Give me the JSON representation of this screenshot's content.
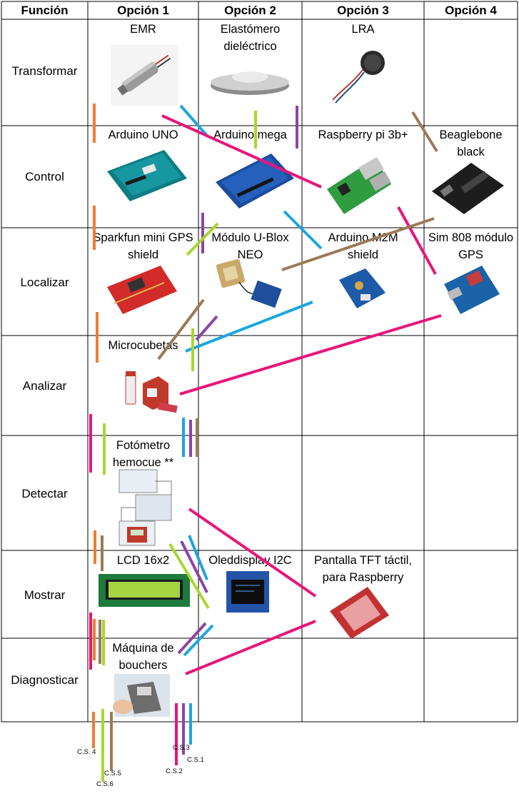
{
  "header": {
    "funcion": "Función",
    "opcion1": "Opción 1",
    "opcion2": "Opción 2",
    "opcion3": "Opción 3",
    "opcion4": "Opción 4"
  },
  "rows": [
    {
      "funcion": "Transformar",
      "o1": "EMR",
      "o2": "Elastómero dieléctrico",
      "o3": "LRA",
      "o4": ""
    },
    {
      "funcion": "Control",
      "o1": "Arduino UNO",
      "o2": "Arduino mega",
      "o3": "Raspberry pi 3b+",
      "o4": "Beaglebone black"
    },
    {
      "funcion": "Localizar",
      "o1": "Sparkfun mini GPS shield",
      "o2": "Módulo U-Blox NEO",
      "o3": "Arduino M2M shield",
      "o4": "Sim 808 módulo GPS"
    },
    {
      "funcion": "Analizar",
      "o1": "Microcubetas",
      "o2": "",
      "o3": "",
      "o4": ""
    },
    {
      "funcion": "Detectar",
      "o1": "Fotómetro hemocue **",
      "o2": "",
      "o3": "",
      "o4": ""
    },
    {
      "funcion": "Mostrar",
      "o1": "LCD 16x2",
      "o2": "Oleddisplay I2C",
      "o3": "Pantalla TFT táctil, para Raspberry",
      "o4": ""
    },
    {
      "funcion": "Diagnosticar",
      "o1": "Máquina de bouchers",
      "o2": "",
      "o3": "",
      "o4": ""
    }
  ],
  "legend": {
    "cs1": "C.S.1",
    "cs2": "C.S.2",
    "cs3": "C.S.3",
    "cs4": "C.S. 4",
    "cs5": "C.S.5",
    "cs6": "C.S.6"
  },
  "colors": {
    "cs1": "#1ca6df",
    "cs2": "#e8157a",
    "cs3": "#8e44a5",
    "cs4": "#ee7d31",
    "cs5": "#9c7a58",
    "cs6": "#a7d82f"
  }
}
